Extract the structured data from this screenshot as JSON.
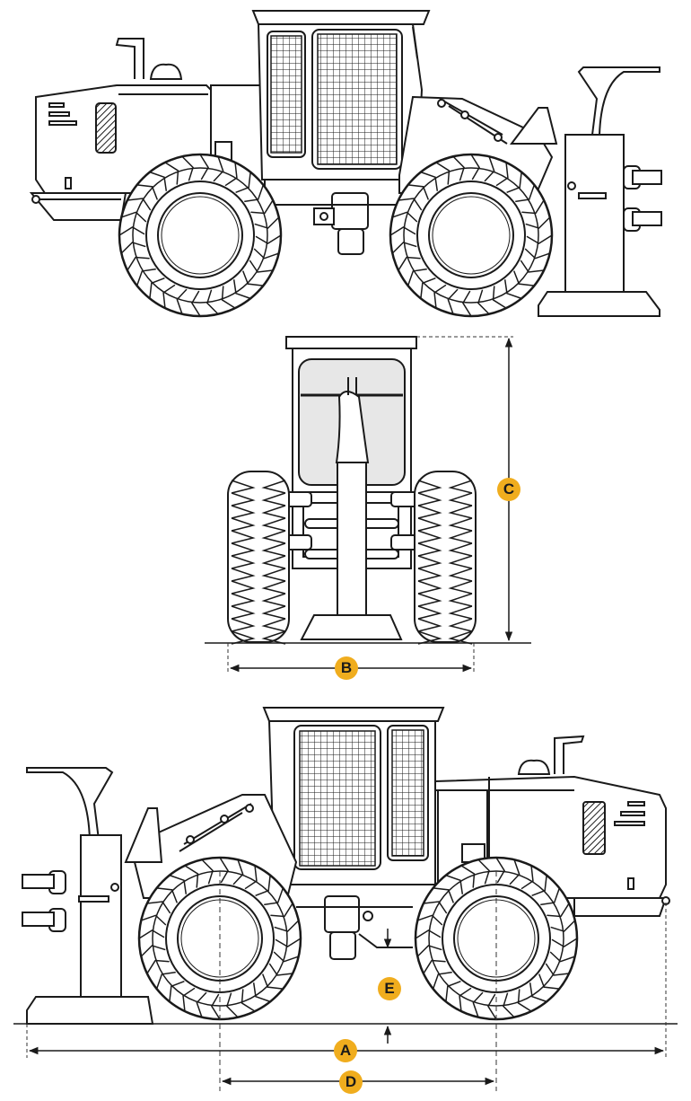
{
  "colors": {
    "line": "#1a1a1a",
    "badge": "#f0ad1e",
    "glass": "#e7e7e7",
    "dash": "#333333"
  },
  "views": {
    "side_top": {
      "icon": "side-view-feller-buncher-facing-right"
    },
    "front": {
      "icon": "front-view-feller-buncher"
    },
    "side_bottom": {
      "icon": "side-view-feller-buncher-facing-left"
    }
  },
  "dimensions": {
    "A": "A",
    "B": "B",
    "C": "C",
    "D": "D",
    "E": "E"
  }
}
